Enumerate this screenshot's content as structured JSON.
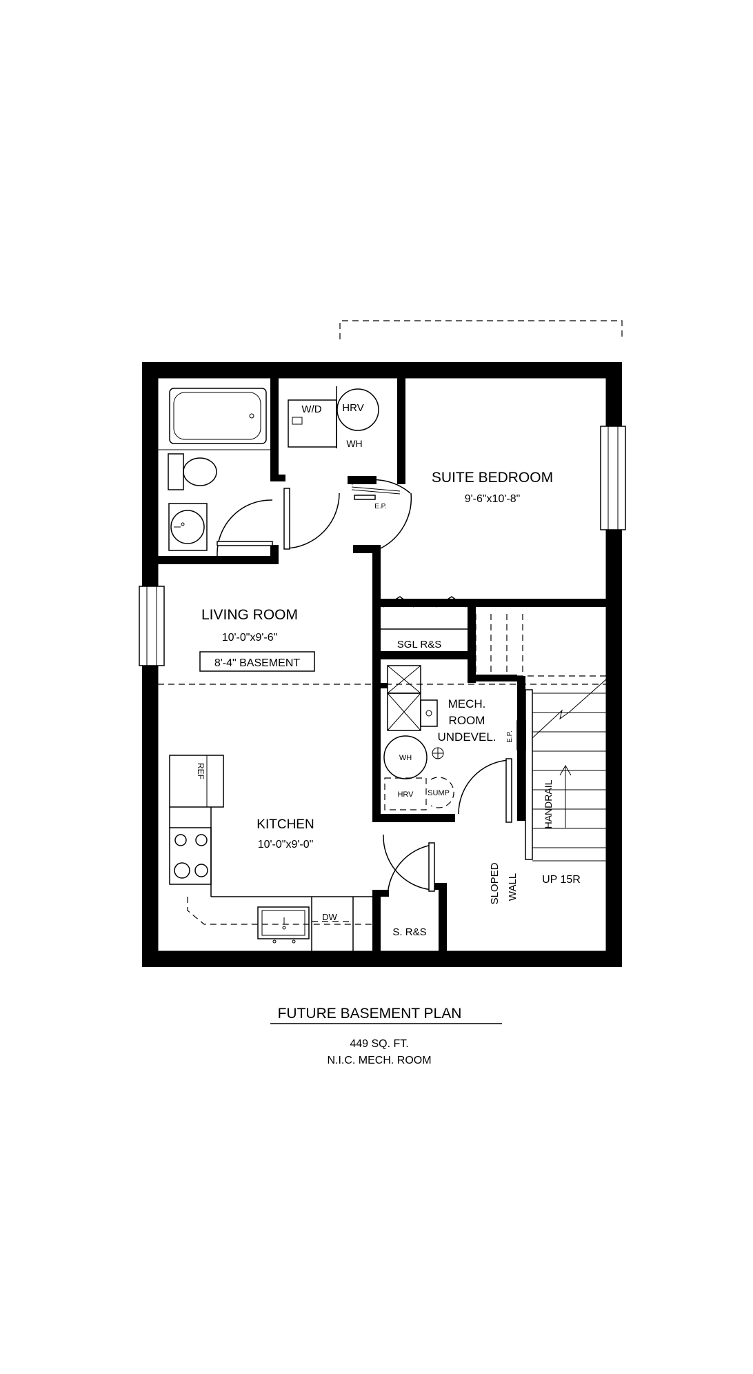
{
  "plan": {
    "rooms": {
      "suite_bedroom": "SUITE BEDROOM",
      "suite_bedroom_size": "9'-6\"x10'-8\"",
      "living_room": "LIVING ROOM",
      "living_room_size": "10'-0\"x9'-6\"",
      "basement_height": "8'-4\" BASEMENT",
      "kitchen": "KITCHEN",
      "kitchen_size": "10'-0\"x9'-0\"",
      "mech_line1": "MECH.",
      "mech_line2": "ROOM",
      "mech_line3": "UNDEVEL."
    },
    "fixtures": {
      "washer_dryer": "W/D",
      "hrv_top": "HRV",
      "wh_top": "WH",
      "ep_top": "E.P.",
      "sgl_rs": "SGL R&S",
      "wh_mech": "WH",
      "hrv_mech": "HRV",
      "sump": "SUMP",
      "ep_stair": "E.P.",
      "ref": "REF",
      "dw": "DW",
      "s_rs": "S. R&S",
      "handrail": "HANDRAIL",
      "sloped_wall_1": "SLOPED",
      "sloped_wall_2": "WALL",
      "up": "UP 15R"
    }
  },
  "caption": {
    "title": "FUTURE BASEMENT PLAN",
    "area": "449 SQ. FT.",
    "note": "N.I.C. MECH. ROOM"
  }
}
